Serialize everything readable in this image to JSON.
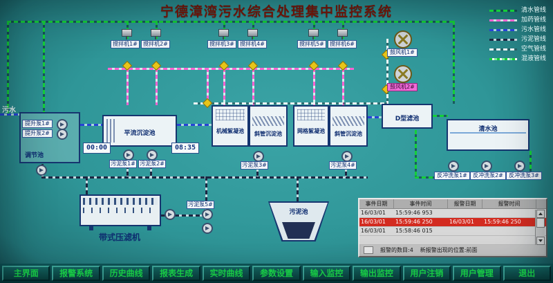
{
  "title": "宁德漳湾污水综合处理集中监控系统",
  "legend": {
    "items": [
      {
        "label": "清水管线",
        "color": "#14cf38"
      },
      {
        "label": "加药管线",
        "color": "#ff64d2"
      },
      {
        "label": "污水管线",
        "color": "#2742d6"
      },
      {
        "label": "污泥管线",
        "color": "#1c2742"
      },
      {
        "label": "空气管线",
        "color": "#eef6f6"
      },
      {
        "label": "混液管线",
        "color": "#7ef09a"
      }
    ]
  },
  "diagram": {
    "inflow_label": "污水",
    "regulating_tank": "调节池",
    "lift_pumps": [
      "提升泵1#",
      "提升泵2#"
    ],
    "horizontal_sed_tank": "平流沉淀池",
    "mech_floc_tank": "机械絮凝池",
    "inclined_sed_tank_1": "斜管沉淀池",
    "grid_floc_tank": "网格絮凝池",
    "inclined_sed_tank_2": "斜管沉淀池",
    "d_filter": "D型滤池",
    "clear_water_tank": "清水池",
    "sludge_tank": "污泥池",
    "belt_press": "带式压滤机",
    "mixers": [
      "搅拌机1#",
      "搅拌机2#",
      "搅拌机3#",
      "搅拌机4#",
      "搅拌机5#",
      "搅拌机6#"
    ],
    "blowers": [
      "鼓风机1#",
      "鼓风机2#"
    ],
    "sludge_pumps": [
      "污泥泵1#",
      "污泥泵2#",
      "污泥泵3#",
      "污泥泵4#",
      "污泥泵5#"
    ],
    "backwash_pumps": [
      "反冲洗泵1#",
      "反冲洗泵2#",
      "反冲洗泵3#"
    ],
    "timers": [
      "00:00",
      "08:35"
    ]
  },
  "alarm_panel": {
    "headers": [
      "事件日期",
      "事件时间",
      "报警日期",
      "报警时间"
    ],
    "rows": [
      {
        "cells": [
          "16/03/01",
          "15:59:46 953",
          "",
          ""
        ]
      },
      {
        "cells": [
          "16/03/01",
          "15:59:46 250",
          "16/03/01",
          "15:59:46 250"
        ]
      },
      {
        "cells": [
          "16/03/01",
          "15:58:46 015",
          "",
          ""
        ]
      },
      {
        "cells": [
          "",
          "",
          "",
          ""
        ]
      }
    ],
    "footer_left": "报警的数目:4",
    "footer_right": "新报警出现的位置:前面"
  },
  "menu": {
    "buttons": [
      "主界面",
      "报警系统",
      "历史曲线",
      "报表生成",
      "实时曲线",
      "参数设置",
      "输入监控",
      "输出监控",
      "用户注销",
      "用户管理",
      "退出"
    ]
  },
  "colors": {
    "background": "#2f9698",
    "alarm_red": "#d32b20",
    "button_text": "#1df04e",
    "title_red": "#7b1507"
  }
}
